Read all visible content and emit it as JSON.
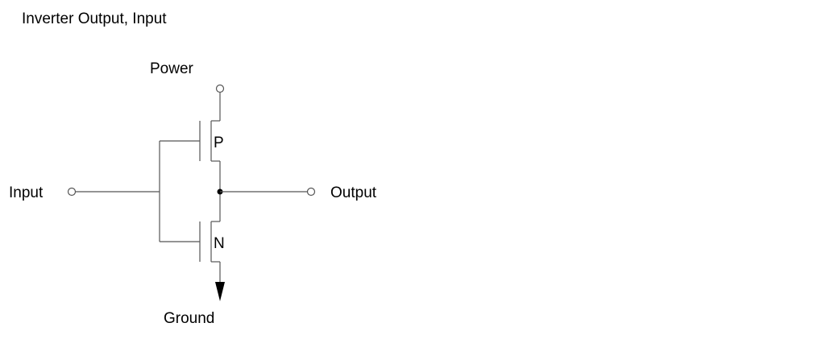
{
  "title": "Inverter Output, Input",
  "labels": {
    "power": "Power",
    "ground": "Ground",
    "input": "Input",
    "output": "Output",
    "pmos": "P",
    "nmos": "N"
  },
  "colors": {
    "wire": "#555555",
    "text": "#000000",
    "background": "#ffffff"
  }
}
